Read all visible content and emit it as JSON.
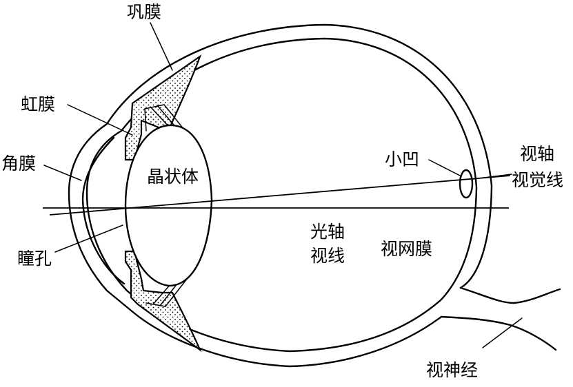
{
  "labels": {
    "sclera": "巩膜",
    "iris": "虹膜",
    "cornea": "角膜",
    "pupil": "瞳孔",
    "lens": "晶状体",
    "fovea": "小凹",
    "visual_axis_top": "视轴",
    "visual_axis_bottom": "视觉线",
    "optical_axis_top": "光轴",
    "optical_axis_bottom": "视线",
    "retina": "视网膜",
    "optic_nerve": "视神经"
  }
}
